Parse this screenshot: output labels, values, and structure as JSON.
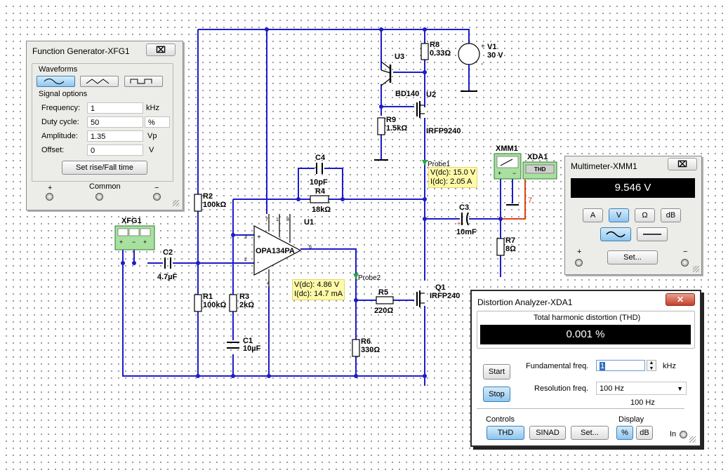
{
  "schematic": {
    "v1": {
      "ref": "V1",
      "value": "30 V"
    },
    "r8": {
      "ref": "R8",
      "value": "0.33Ω"
    },
    "u3": {
      "ref": "U3",
      "part": "BD140"
    },
    "u2": {
      "ref": "U2",
      "part": "IRFP9240"
    },
    "r9": {
      "ref": "R9",
      "value": "1.5kΩ"
    },
    "probe1": {
      "label": "Probe1",
      "v": "V(dc): 15.0 V",
      "i": "I(dc): 2.05 A"
    },
    "c4": {
      "ref": "C4",
      "value": "10pF"
    },
    "r4": {
      "ref": "R4",
      "value": "18kΩ"
    },
    "r2": {
      "ref": "R2",
      "value": "100kΩ"
    },
    "r1": {
      "ref": "R1",
      "value": "100kΩ"
    },
    "u1": {
      "ref": "U1",
      "part": "OPA134PA",
      "pins": [
        "7",
        "1",
        "8",
        "3",
        "2",
        "6",
        "4"
      ]
    },
    "c2": {
      "ref": "C2",
      "value": "4.7µF"
    },
    "xfg1": {
      "ref": "XFG1"
    },
    "r3": {
      "ref": "R3",
      "value": "2kΩ"
    },
    "c1": {
      "ref": "C1",
      "value": "10µF"
    },
    "probe2": {
      "label": "Probe2",
      "v": "V(dc): 4.86 V",
      "i": "I(dc): 14.7 mA"
    },
    "r5": {
      "ref": "R5",
      "value": "220Ω"
    },
    "r6": {
      "ref": "R6",
      "value": "330Ω"
    },
    "q1": {
      "ref": "Q1",
      "part": "IRFP240"
    },
    "c3": {
      "ref": "C3",
      "value": "10mF"
    },
    "r7": {
      "ref": "R7",
      "value": "8Ω"
    },
    "xmm1": {
      "ref": "XMM1"
    },
    "xda1": {
      "ref": "XDA1",
      "label": "THD"
    },
    "wire7": "7",
    "v1_plus": "+",
    "v1_minus": "-",
    "c3_plus": "+",
    "op_plus": "+",
    "op_minus": "-"
  },
  "function_generator": {
    "title": "Function Generator-XFG1",
    "close": "⌧",
    "waveforms_label": "Waveforms",
    "signal_options_label": "Signal options",
    "rows": [
      {
        "label": "Frequency:",
        "value": "1",
        "unit": "kHz"
      },
      {
        "label": "Duty cycle:",
        "value": "50",
        "unit": "%"
      },
      {
        "label": "Amplitude:",
        "value": "1.35",
        "unit": "Vp"
      },
      {
        "label": "Offset:",
        "value": "0",
        "unit": "V"
      }
    ],
    "set_rise_fall": "Set rise/Fall time",
    "terminals": {
      "plus": "+",
      "common": "Common",
      "minus": "−"
    }
  },
  "multimeter": {
    "title": "Multimeter-XMM1",
    "close": "⌧",
    "reading": "9.546 V",
    "buttons": [
      "A",
      "V",
      "Ω",
      "dB"
    ],
    "set": "Set...",
    "plus": "+",
    "minus": "−"
  },
  "distortion_analyzer": {
    "title": "Distortion Analyzer-XDA1",
    "close": "✕",
    "header": "Total harmonic distortion (THD)",
    "reading": "0.001 %",
    "start": "Start",
    "stop": "Stop",
    "fund_label": "Fundamental freq.",
    "fund_value": "1",
    "fund_unit": "kHz",
    "res_label": "Resolution freq.",
    "res_value": "100 Hz",
    "res_display": "100 Hz",
    "controls_label": "Controls",
    "thd": "THD",
    "sinad": "SINAD",
    "set": "Set...",
    "display_label": "Display",
    "pct": "%",
    "db": "dB",
    "in_label": "In"
  },
  "colors": {
    "wire": "#1c1cc8",
    "probe_bg": "#fffaa8",
    "accent": "#8ec6ef",
    "lcd": "#000000",
    "measurement_wire": "#e04010"
  }
}
